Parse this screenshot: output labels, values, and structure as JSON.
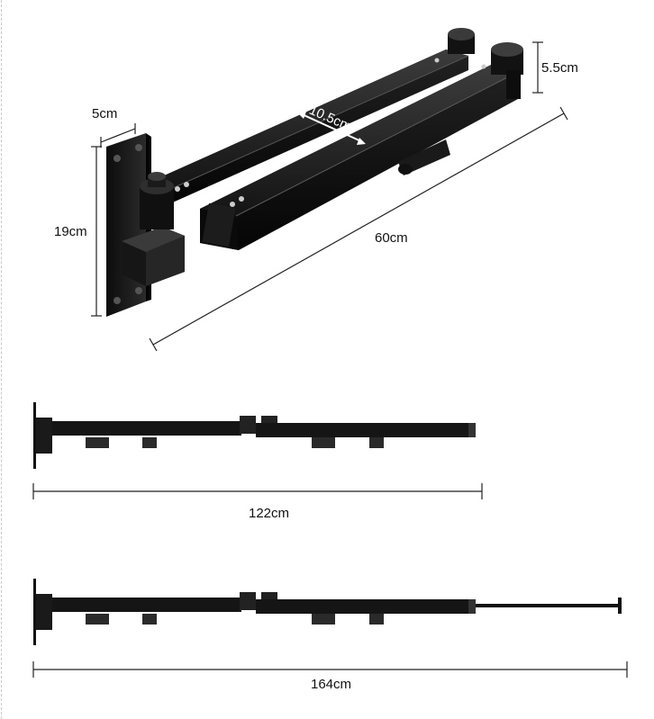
{
  "dimensions": {
    "width_label": "5cm",
    "height_label": "19cm",
    "gap_label": "10.5cm",
    "thickness_label": "5.5cm",
    "length_label": "60cm",
    "extended_label": "122cm",
    "fully_extended_label": "164cm"
  },
  "colors": {
    "metal": "#1a1a1a",
    "metal_edge": "#3a3a3a",
    "metal_highlight": "#4a4a4a",
    "dimension_line": "#222222"
  }
}
